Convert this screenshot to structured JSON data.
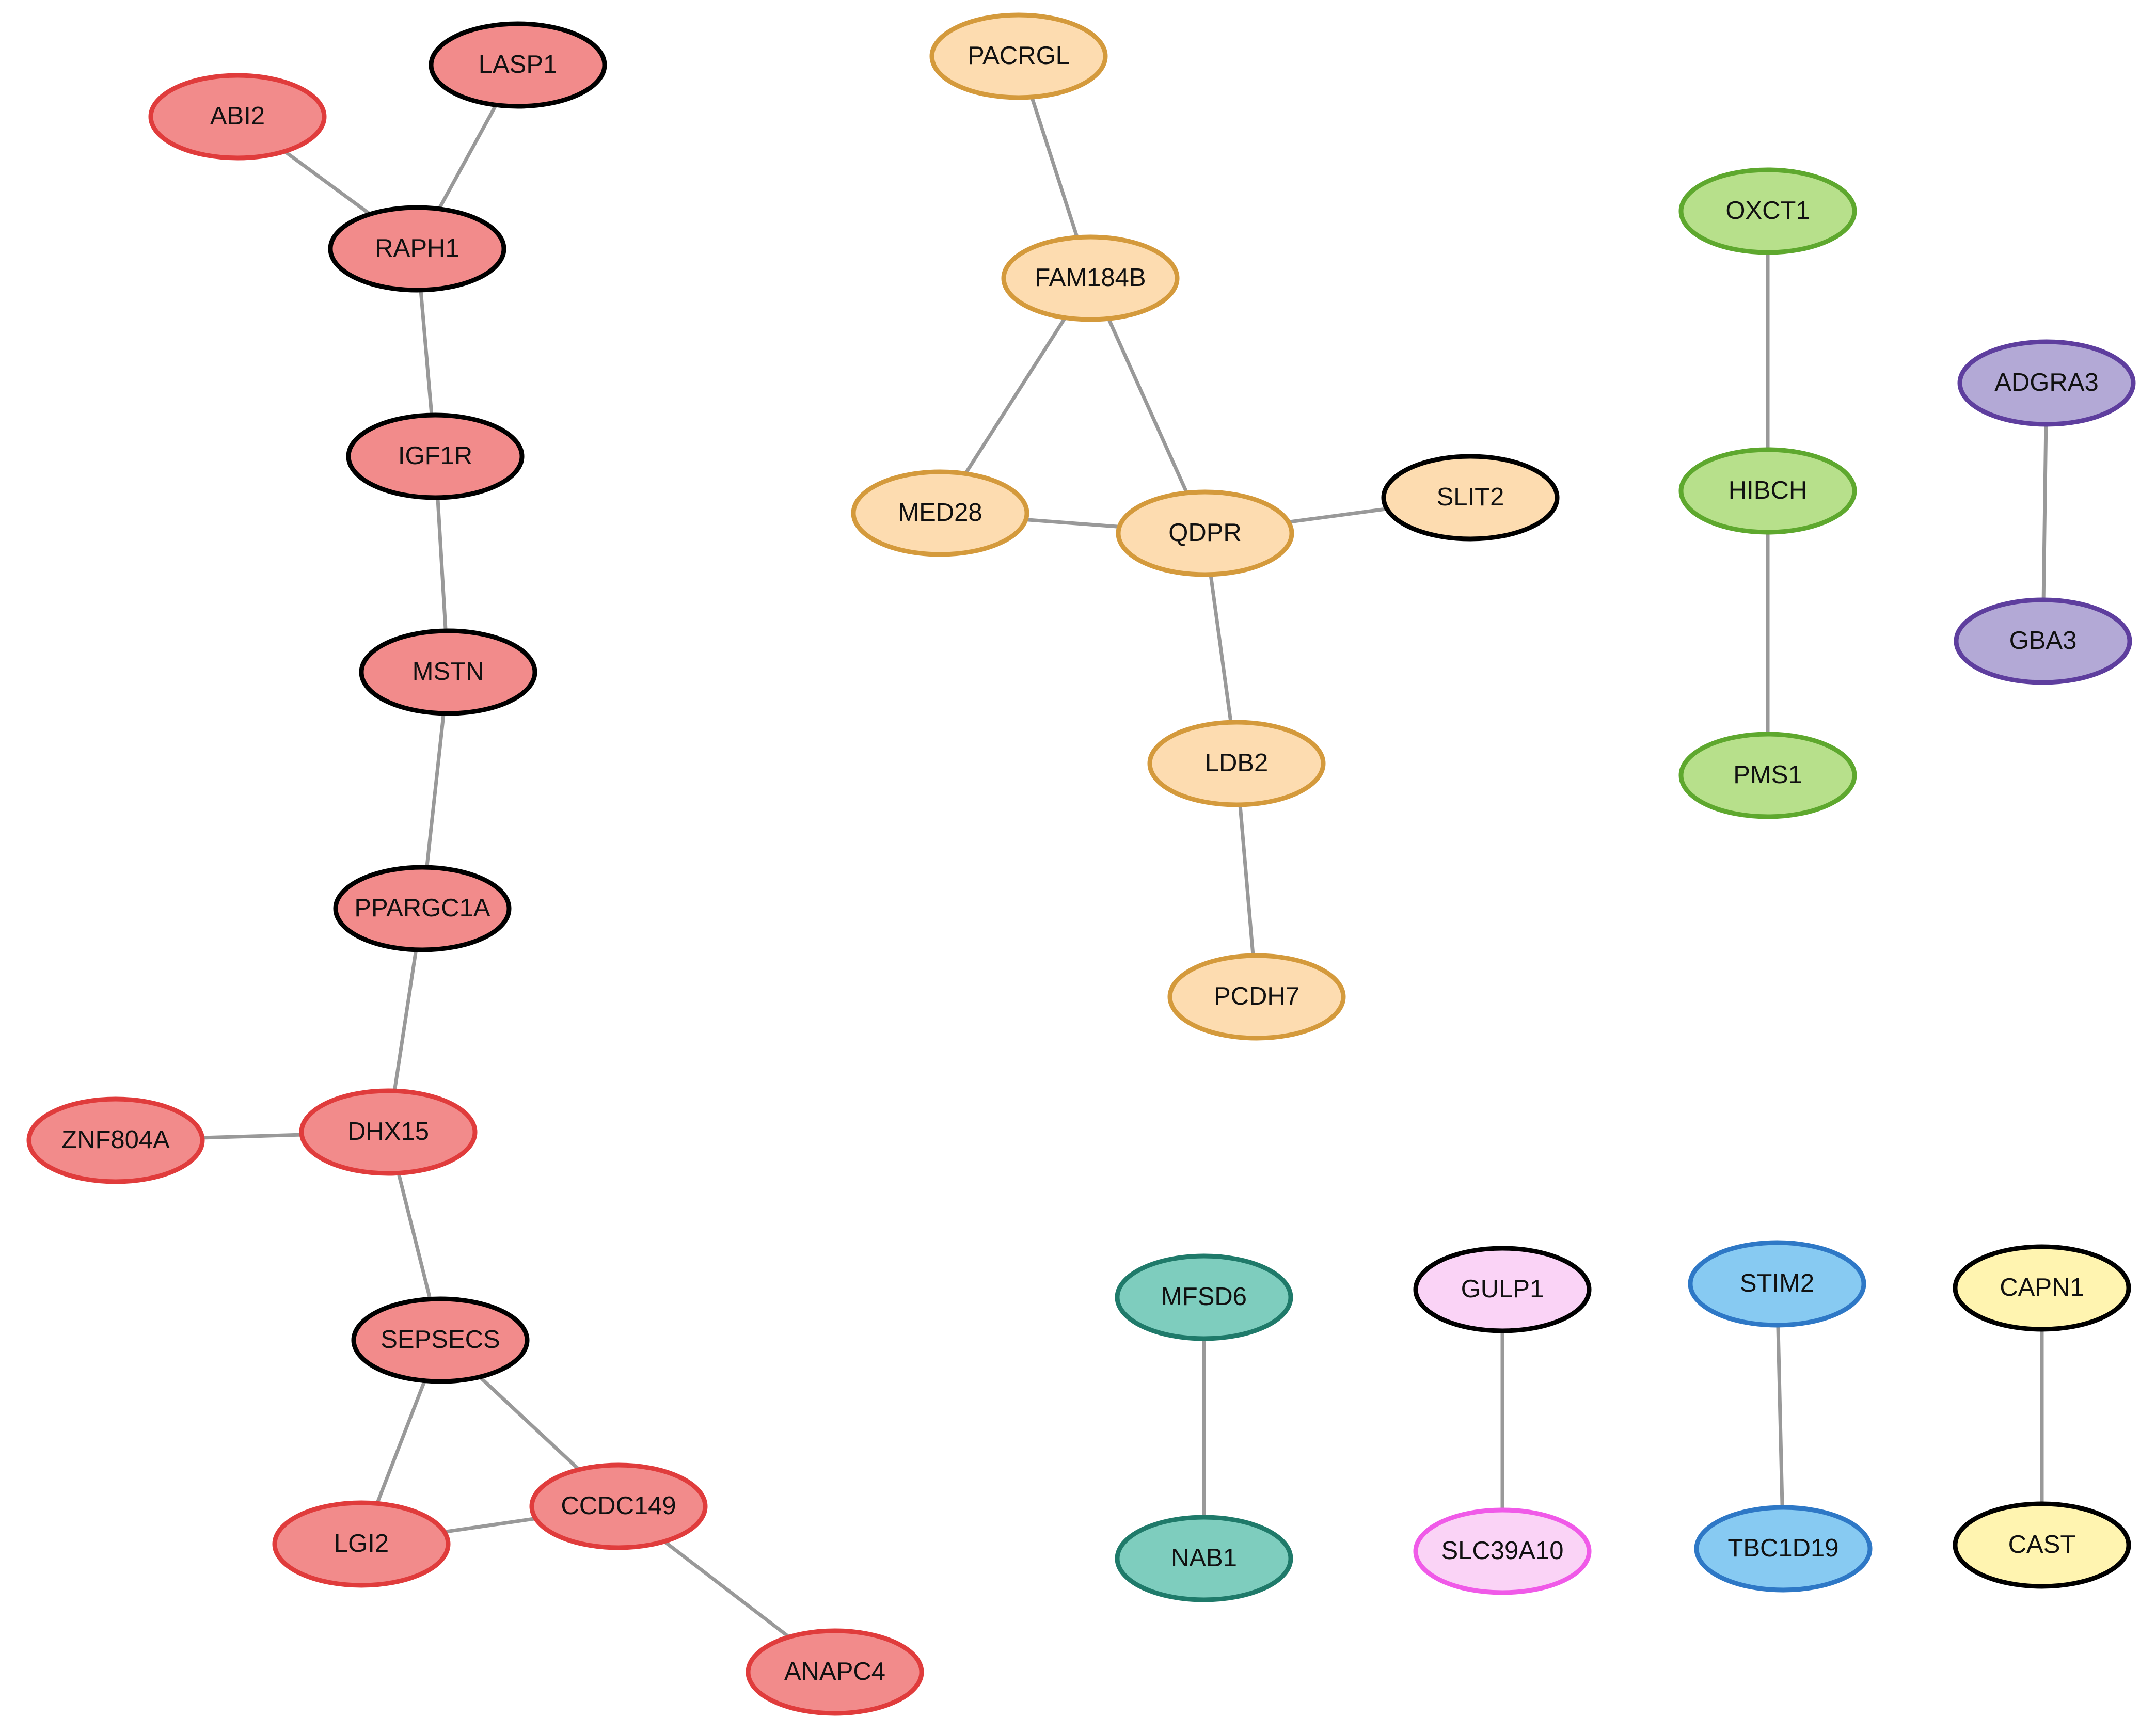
{
  "colors": {
    "edge": "#999999",
    "highlight_border": "#000000",
    "red_fill": "#F28B8B",
    "red_border": "#E03C3C",
    "orange_fill": "#FDDCB0",
    "orange_border": "#D49A3C",
    "green_fill": "#B7E08B",
    "green_border": "#5EA82E",
    "purple_fill": "#B3A9D6",
    "purple_border": "#5E3E9E",
    "teal_fill": "#7ECDBE",
    "teal_border": "#1F7A6A",
    "pink_fill": "#FAD3F6",
    "pink_border": "#F05AE8",
    "blue_fill": "#87CAF2",
    "blue_border": "#2E78C6",
    "yellow_fill": "#FFF4B0"
  },
  "nodes": [
    {
      "id": "LASP1",
      "label": "LASP1",
      "group": "red",
      "highlight": true
    },
    {
      "id": "ABI2",
      "label": "ABI2",
      "group": "red",
      "highlight": false
    },
    {
      "id": "RAPH1",
      "label": "RAPH1",
      "group": "red",
      "highlight": true
    },
    {
      "id": "IGF1R",
      "label": "IGF1R",
      "group": "red",
      "highlight": true
    },
    {
      "id": "MSTN",
      "label": "MSTN",
      "group": "red",
      "highlight": true
    },
    {
      "id": "PPARGC1A",
      "label": "PPARGC1A",
      "group": "red",
      "highlight": true
    },
    {
      "id": "DHX15",
      "label": "DHX15",
      "group": "red",
      "highlight": false
    },
    {
      "id": "ZNF804A",
      "label": "ZNF804A",
      "group": "red",
      "highlight": false
    },
    {
      "id": "SEPSECS",
      "label": "SEPSECS",
      "group": "red",
      "highlight": true
    },
    {
      "id": "CCDC149",
      "label": "CCDC149",
      "group": "red",
      "highlight": false
    },
    {
      "id": "LGI2",
      "label": "LGI2",
      "group": "red",
      "highlight": false
    },
    {
      "id": "ANAPC4",
      "label": "ANAPC4",
      "group": "red",
      "highlight": false
    },
    {
      "id": "PACRGL",
      "label": "PACRGL",
      "group": "orange",
      "highlight": false
    },
    {
      "id": "FAM184B",
      "label": "FAM184B",
      "group": "orange",
      "highlight": false
    },
    {
      "id": "MED28",
      "label": "MED28",
      "group": "orange",
      "highlight": false
    },
    {
      "id": "QDPR",
      "label": "QDPR",
      "group": "orange",
      "highlight": false
    },
    {
      "id": "SLIT2",
      "label": "SLIT2",
      "group": "orange",
      "highlight": true
    },
    {
      "id": "LDB2",
      "label": "LDB2",
      "group": "orange",
      "highlight": false
    },
    {
      "id": "PCDH7",
      "label": "PCDH7",
      "group": "orange",
      "highlight": false
    },
    {
      "id": "OXCT1",
      "label": "OXCT1",
      "group": "green",
      "highlight": false
    },
    {
      "id": "HIBCH",
      "label": "HIBCH",
      "group": "green",
      "highlight": false
    },
    {
      "id": "PMS1",
      "label": "PMS1",
      "group": "green",
      "highlight": false
    },
    {
      "id": "ADGRA3",
      "label": "ADGRA3",
      "group": "purple",
      "highlight": false
    },
    {
      "id": "GBA3",
      "label": "GBA3",
      "group": "purple",
      "highlight": false
    },
    {
      "id": "MFSD6",
      "label": "MFSD6",
      "group": "teal",
      "highlight": false
    },
    {
      "id": "NAB1",
      "label": "NAB1",
      "group": "teal",
      "highlight": false
    },
    {
      "id": "GULP1",
      "label": "GULP1",
      "group": "pink",
      "highlight": true
    },
    {
      "id": "SLC39A10",
      "label": "SLC39A10",
      "group": "pink",
      "highlight": false
    },
    {
      "id": "STIM2",
      "label": "STIM2",
      "group": "blue",
      "highlight": false
    },
    {
      "id": "TBC1D19",
      "label": "TBC1D19",
      "group": "blue",
      "highlight": false
    },
    {
      "id": "CAPN1",
      "label": "CAPN1",
      "group": "yellow",
      "highlight": true
    },
    {
      "id": "CAST",
      "label": "CAST",
      "group": "yellow",
      "highlight": true
    }
  ],
  "edges": [
    [
      "ABI2",
      "RAPH1"
    ],
    [
      "LASP1",
      "RAPH1"
    ],
    [
      "RAPH1",
      "IGF1R"
    ],
    [
      "IGF1R",
      "MSTN"
    ],
    [
      "MSTN",
      "PPARGC1A"
    ],
    [
      "PPARGC1A",
      "DHX15"
    ],
    [
      "ZNF804A",
      "DHX15"
    ],
    [
      "DHX15",
      "SEPSECS"
    ],
    [
      "SEPSECS",
      "LGI2"
    ],
    [
      "SEPSECS",
      "CCDC149"
    ],
    [
      "LGI2",
      "CCDC149"
    ],
    [
      "CCDC149",
      "ANAPC4"
    ],
    [
      "PACRGL",
      "FAM184B"
    ],
    [
      "FAM184B",
      "MED28"
    ],
    [
      "FAM184B",
      "QDPR"
    ],
    [
      "MED28",
      "QDPR"
    ],
    [
      "QDPR",
      "SLIT2"
    ],
    [
      "QDPR",
      "LDB2"
    ],
    [
      "LDB2",
      "PCDH7"
    ],
    [
      "OXCT1",
      "HIBCH"
    ],
    [
      "HIBCH",
      "PMS1"
    ],
    [
      "ADGRA3",
      "GBA3"
    ],
    [
      "MFSD6",
      "NAB1"
    ],
    [
      "GULP1",
      "SLC39A10"
    ],
    [
      "STIM2",
      "TBC1D19"
    ],
    [
      "CAPN1",
      "CAST"
    ]
  ]
}
